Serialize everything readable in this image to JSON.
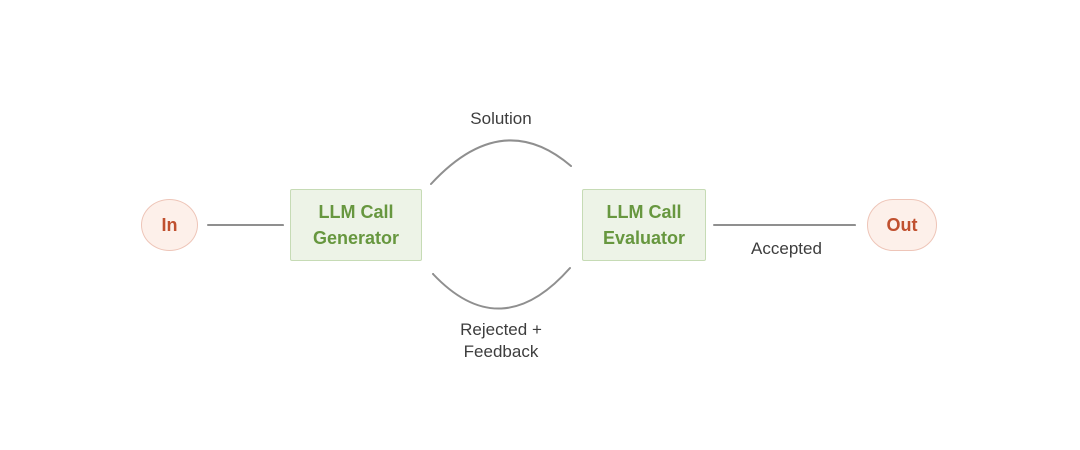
{
  "diagram": {
    "type": "flow-diagram",
    "background": "#ffffff",
    "colors": {
      "arrow": "#8f8f8f",
      "edge_label_text": "#3d3d3d",
      "node_green_fill": "#edf3e7",
      "node_green_border": "#c6dbb5",
      "node_green_text": "#67973f",
      "node_red_fill": "#fdf0ea",
      "node_red_border": "#eec5b8",
      "node_red_text": "#c0502f"
    },
    "nodes": {
      "input": {
        "label": "In"
      },
      "generator": {
        "line1": "LLM Call",
        "line2": "Generator"
      },
      "evaluator": {
        "line1": "LLM Call",
        "line2": "Evaluator"
      },
      "output": {
        "label": "Out"
      }
    },
    "edges": {
      "generator_to_evaluator": {
        "label": "Solution"
      },
      "evaluator_to_output": {
        "label": "Accepted"
      },
      "evaluator_to_generator": {
        "label_line1": "Rejected +",
        "label_line2": "Feedback"
      }
    }
  }
}
